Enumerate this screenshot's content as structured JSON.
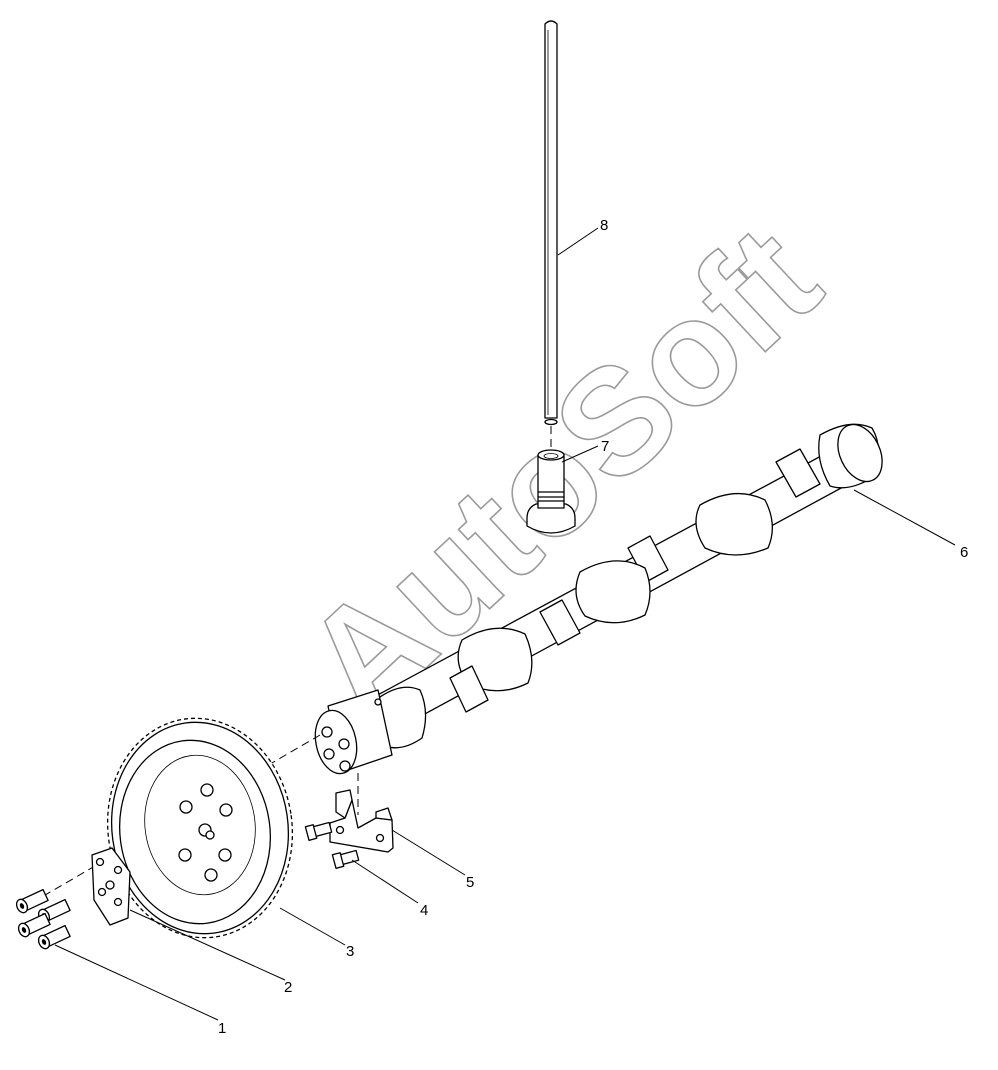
{
  "watermark": "AutoSoft",
  "callouts": {
    "p1": "1",
    "p2": "2",
    "p3": "3",
    "p4": "4",
    "p5": "5",
    "p6": "6",
    "p7": "7",
    "p8": "8"
  }
}
